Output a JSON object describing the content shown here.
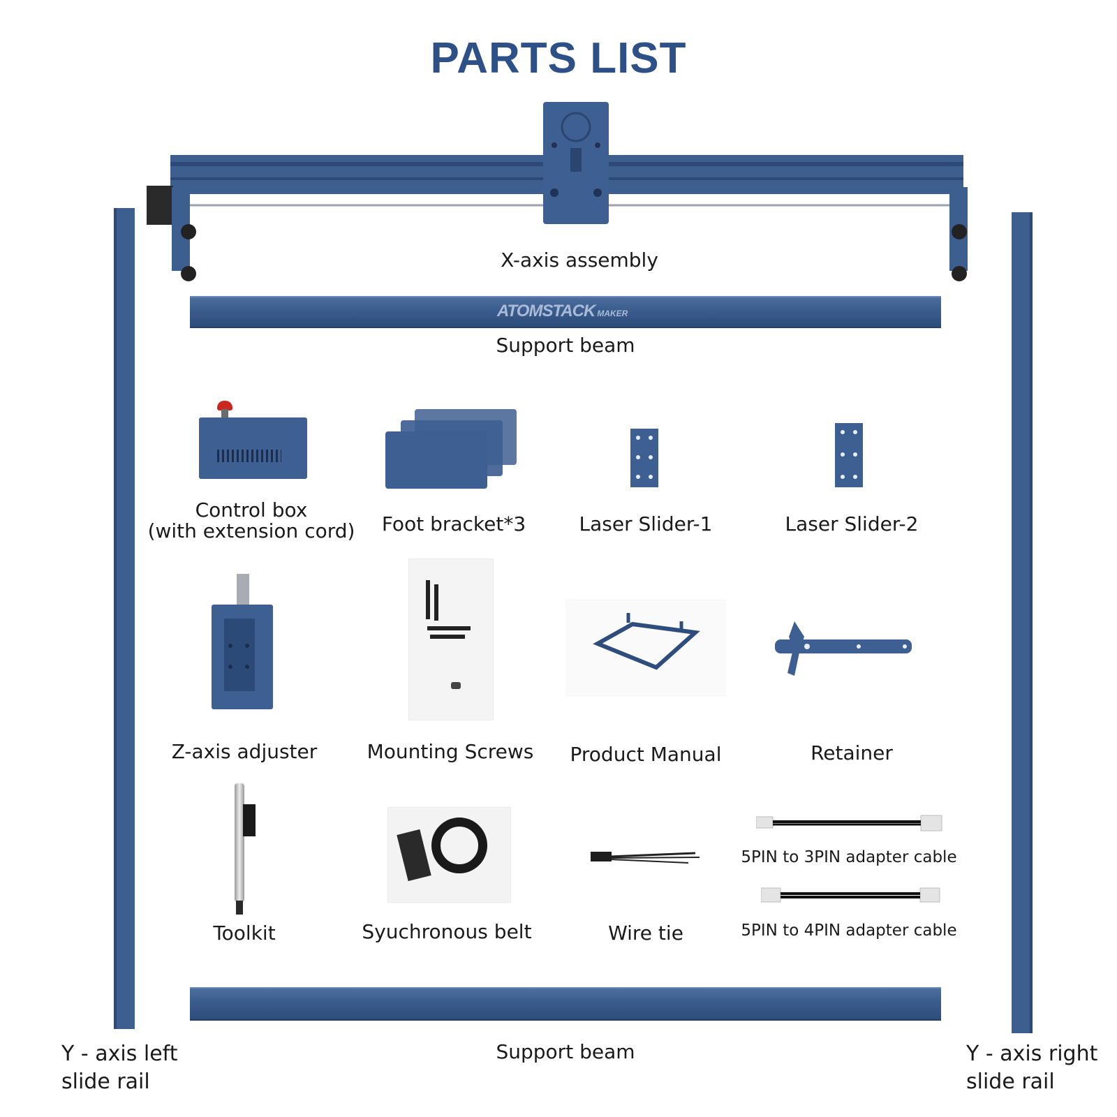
{
  "title": "PARTS LIST",
  "brand_logo": {
    "main": "ATOMSTACK",
    "sub": "MAKER"
  },
  "colors": {
    "title": "#2d5086",
    "metal_blue": "#3d5f90",
    "text": "#1a1a1a"
  },
  "labels": {
    "x_axis": "X-axis assembly",
    "support_beam_top": "Support beam",
    "support_beam_bottom": "Support beam",
    "y_left_line1": "Y - axis left",
    "y_left_line2": "slide rail",
    "y_right_line1": "Y - axis right",
    "y_right_line2": "slide rail"
  },
  "parts": {
    "control_box_line1": "Control box",
    "control_box_line2": "(with extension cord)",
    "foot_bracket": "Foot bracket*3",
    "laser_slider_1": "Laser Slider-1",
    "laser_slider_2": "Laser Slider-2",
    "z_axis": "Z-axis adjuster",
    "mounting_screws": "Mounting Screws",
    "product_manual": "Product Manual",
    "retainer": "Retainer",
    "toolkit": "Toolkit",
    "belt": "Syuchronous belt",
    "wire_tie": "Wire tie",
    "cable_3pin": "5PIN to 3PIN adapter cable",
    "cable_4pin": "5PIN to 4PIN adapter cable"
  }
}
